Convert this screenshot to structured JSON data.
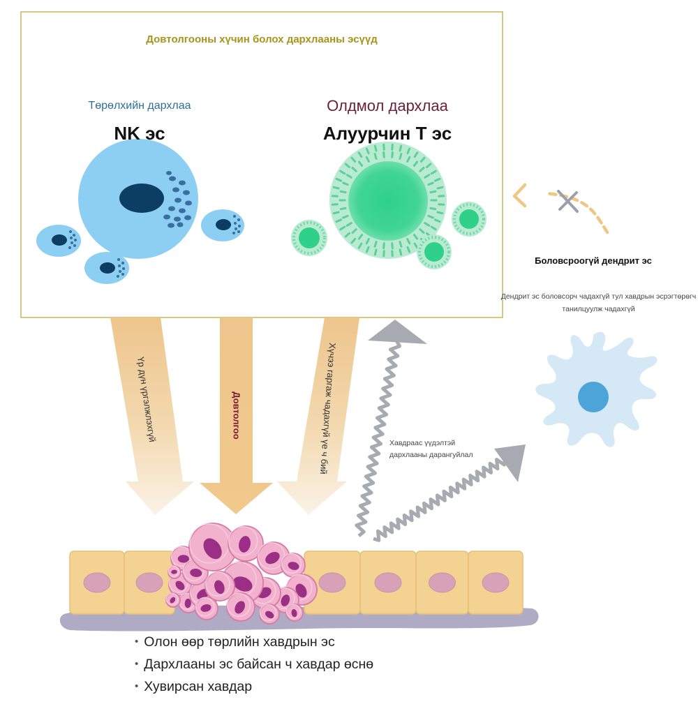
{
  "diagram": {
    "box_title": "Довтолгооны хүчин болох дархлааны эсүүд",
    "innate_label": "Төрөлхийн дархлаа",
    "nk_title": "NK эс",
    "adaptive_label": "Олдмол дархлаа",
    "tcell_title": "Алуурчин T эс",
    "dendritic_title": "Боловсроогүй дендрит эс",
    "dendritic_desc": "Дендрит эс боловсорч чадахгүй тул хавдрын эсрэгтөрөгч танилцуулж чадахгүй",
    "arrow_left_label": "Үр дүн үргэлжлэхгүй",
    "arrow_center_label": "Довтолгоо",
    "arrow_right_label": "Хүчээ гаргаж чадахгүй үе ч бий",
    "suppression_label": "Хавдраас үүдэлтэй дархлааны дарангуйлал",
    "bullets": [
      "Олон өөр төрлийн хавдрын эс",
      "Дархлааны эс байсан ч хавдар өснө",
      "Хувирсан хавдар"
    ]
  },
  "colors": {
    "box_border": "#c9b65a",
    "title_gold": "#a6941c",
    "innate_blue": "#2e6e98",
    "adaptive_maroon": "#6a2138",
    "nk_cell": "#8ccff2",
    "nk_nucleus": "#0c3d62",
    "tcell_outer": "#b8ebd2",
    "tcell_inner": "#3bd48f",
    "arrow_orange": "#eec58c",
    "tissue_cell": "#f4d292",
    "tissue_nucleus": "#d7a2b8",
    "tumor_cell": "#f2b2cd",
    "tumor_nucleus": "#9b2f86",
    "membrane": "#b0abc4",
    "suppression_arrow": "#a7aab1",
    "dendritic_cell": "#d4e9f5",
    "dendritic_nucleus": "#4ca4d9"
  }
}
